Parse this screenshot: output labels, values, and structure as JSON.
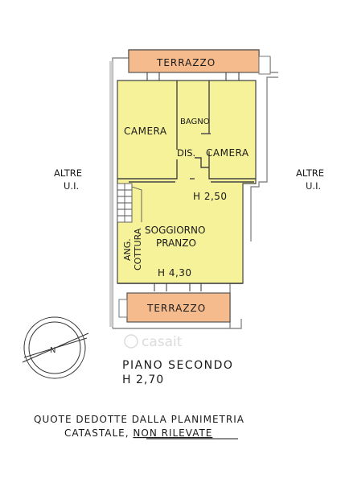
{
  "rooms": {
    "terrace_top": "TERRAZZO",
    "camera_left": "CAMERA",
    "bagno": "BAGNO",
    "dis": "DIS.",
    "camera_right": "CAMERA",
    "height_upper": "H 2,50",
    "soggiorno": "SOGGIORNO",
    "pranzo": "PRANZO",
    "ang": "ANG.",
    "cottura": "COTTURA",
    "height_lower": "H 4,30",
    "terrace_bottom": "TERRAZZO"
  },
  "sides": {
    "left_line1": "ALTRE",
    "left_line2": "U.I.",
    "right_line1": "ALTRE",
    "right_line2": "U.I."
  },
  "floor": {
    "name": "PIANO SECONDO",
    "height": "H 2,70"
  },
  "note": {
    "line1": "QUOTE DEDOTTE DALLA PLANIMETRIA",
    "line2_prefix": "CATASTALE, ",
    "line2_underlined": "NON RILEVATE"
  },
  "watermark": "casait",
  "colors": {
    "room_fill": "#f6f29a",
    "terrace_fill": "#f6bb8c",
    "wall": "#808080",
    "line": "#333333"
  }
}
